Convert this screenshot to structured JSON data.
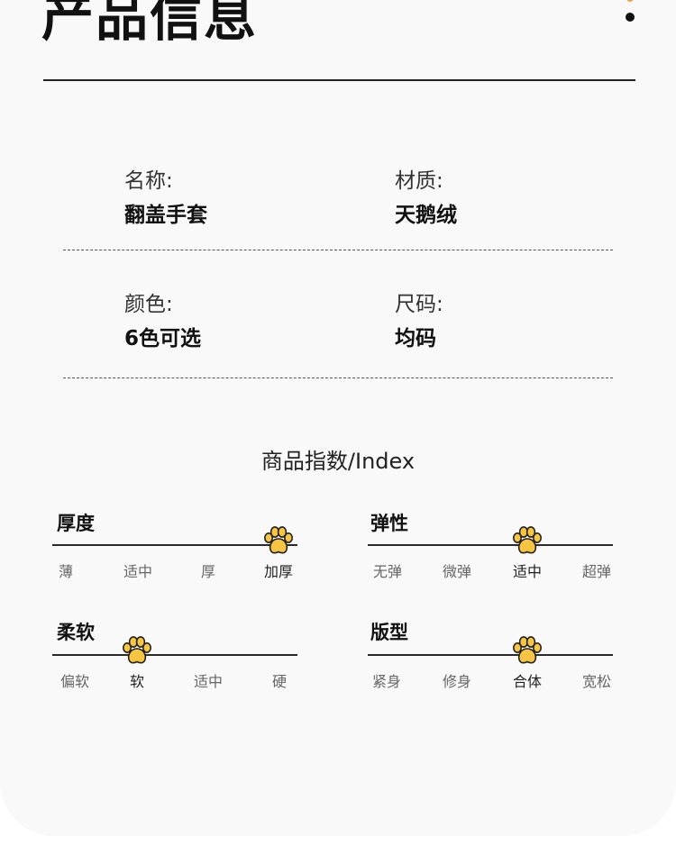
{
  "header": {
    "title": "产品信息"
  },
  "info": {
    "name_label": "名称:",
    "name_value": "翻盖手套",
    "material_label": "材质:",
    "material_value": "天鹅绒",
    "color_label": "颜色:",
    "color_value": "6色可选",
    "size_label": "尺码:",
    "size_value": "均码"
  },
  "index": {
    "heading": "商品指数/Index",
    "metrics": [
      {
        "name": "厚度",
        "options": [
          "薄",
          "适中",
          "厚",
          "加厚"
        ],
        "selected": 3
      },
      {
        "name": "弹性",
        "options": [
          "无弹",
          "微弹",
          "适中",
          "超弹"
        ],
        "selected": 2
      },
      {
        "name": "柔软",
        "options": [
          "偏软",
          "软",
          "适中",
          "硬"
        ],
        "selected": 1
      },
      {
        "name": "版型",
        "options": [
          "紧身",
          "修身",
          "合体",
          "宽松"
        ],
        "selected": 2
      }
    ]
  },
  "colors": {
    "paw_fill": "#f7c542",
    "paw_outline": "#222222",
    "accent_dot": "#f2a24b"
  },
  "icons": {
    "indicator": "paw-icon"
  }
}
